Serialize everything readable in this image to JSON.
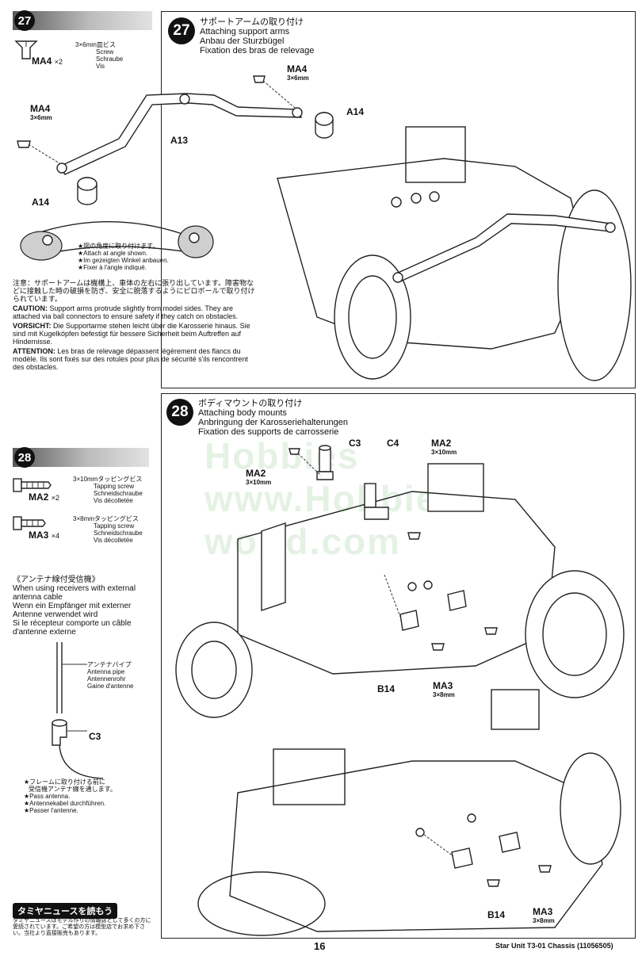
{
  "step27": {
    "number": "27",
    "title_ja": "サポートアームの取り付け",
    "title_en": "Attaching support arms",
    "title_de": "Anbau der Sturzbügel",
    "title_fr": "Fixation des bras de relevage",
    "screw": {
      "code": "MA4",
      "qty": "×2",
      "size_ja": "3×6mm皿ビス",
      "names": [
        "Screw",
        "Schraube",
        "Vis"
      ]
    },
    "labels": {
      "ma4_left": "MA4",
      "ma4_left_size": "3×6mm",
      "ma4_top": "MA4",
      "ma4_top_size": "3×6mm",
      "a13": "A13",
      "a14_right": "A14",
      "a14_left": "A14"
    },
    "angle_note": [
      "★図の角度に取り付けます。",
      "★Attach at angle shown.",
      "★Im gezeigten Winkel anbauen.",
      "★Fixer à l'angle indiqué."
    ],
    "caution_ja": "注意：サポートアームは機構上、車体の左右に張り出しています。障害物などに接触した時の破損を防ぎ、安全に脱落するようにピロボールで取り付けられています。",
    "caution_en_label": "CAUTION:",
    "caution_en": "Support arms protrude slightly from model sides. They are attached via ball connectors to ensure safety if they catch on obstacles.",
    "caution_de_label": "VORSICHT:",
    "caution_de": "Die Supportarme stehen leicht über die Karosserie hinaus. Sie sind mit Kugelköpfen befestigt für bessere Sicherheit beim Auftreffen auf Hindernisse.",
    "caution_fr_label": "ATTENTION:",
    "caution_fr": "Les bras de relevage dépassent légèrement des flancs du modèle. Ils sont fixés sur des rotules pour plus de sécurité s'ils rencontrent des obstacles."
  },
  "step28": {
    "number": "28",
    "title_ja": "ボディマウントの取り付け",
    "title_en": "Attaching body mounts",
    "title_de": "Anbringung der Karosseriehalterungen",
    "title_fr": "Fixation des supports de carrosserie",
    "screws": [
      {
        "code": "MA2",
        "qty": "×2",
        "size_ja": "3×10mmタッピングビス",
        "names": [
          "Tapping screw",
          "Schneidschraube",
          "Vis décolletée"
        ]
      },
      {
        "code": "MA3",
        "qty": "×4",
        "size_ja": "3×8mmタッピングビス",
        "names": [
          "Tapping screw",
          "Schneidschraube",
          "Vis décolletée"
        ]
      }
    ],
    "antenna": {
      "head_ja": "《アンテナ線付受信機》",
      "head_en": "When using receivers with external antenna cable",
      "head_de": "Wenn ein Empfänger mit externer Antenne verwendet wird",
      "head_fr": "Si le récepteur comporte un câble d'antenne externe",
      "pipe_ja": "アンテナパイプ",
      "pipe_en": "Antenna pipe",
      "pipe_de": "Antennenrohr",
      "pipe_fr": "Gaine d'antenne",
      "c3": "C3",
      "pass_note": [
        "★フレームに取り付ける前に",
        "受信機アンテナ線を通します。",
        "★Pass antenna.",
        "★Antennekabel durchführen.",
        "★Passer l'antenne."
      ]
    },
    "labels": {
      "c3": "C3",
      "c4": "C4",
      "ma2_top": "MA2",
      "ma2_top_size": "3×10mm",
      "ma2_left": "MA2",
      "ma2_left_size": "3×10mm",
      "b14_upper": "B14",
      "ma3_upper": "MA3",
      "ma3_upper_size": "3×8mm",
      "b14_lower": "B14",
      "ma3_lower": "MA3",
      "ma3_lower_size": "3×8mm"
    }
  },
  "news": {
    "badge": "タミヤニュースを読もう",
    "text": "タミヤニュースはモデル作りの情報誌として多くの方に愛読されています。ご希望の方は模型店でお求め下さい。当社より直接販売もあります。"
  },
  "watermark": "Hobbies www.Hobbies-world.com",
  "footer": {
    "page": "16",
    "title": "Star Unit T3-01 Chassis (11056505)"
  }
}
